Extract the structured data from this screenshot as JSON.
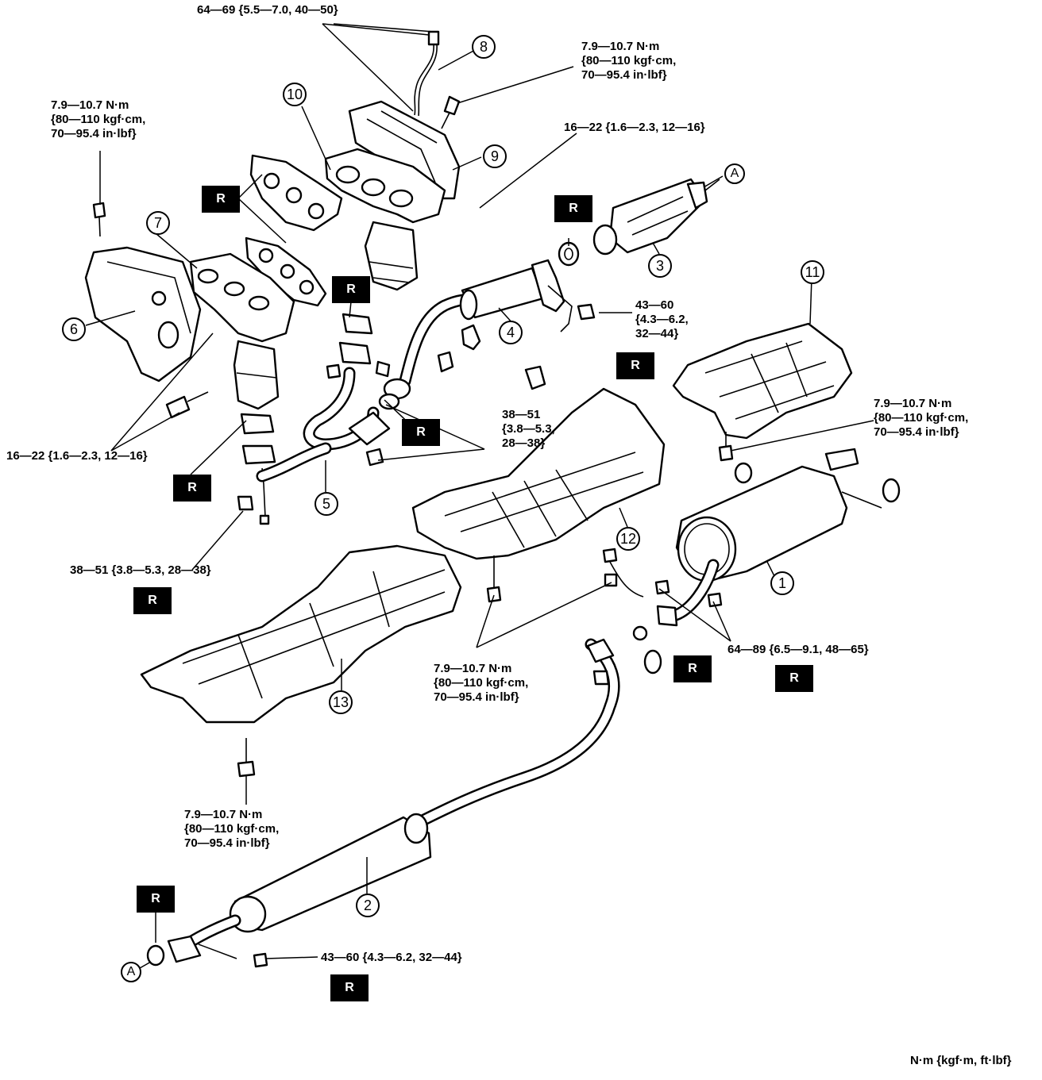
{
  "callouts": {
    "c1": "1",
    "c2": "2",
    "c3": "3",
    "c4": "4",
    "c5": "5",
    "c6": "6",
    "c7": "7",
    "c8": "8",
    "c9": "9",
    "c10": "10",
    "c11": "11",
    "c12": "12",
    "c13": "13",
    "a_top": "A",
    "a_bottom": "A"
  },
  "torque": {
    "t_sensor_top": "64—69 {5.5—7.0, 40—50}",
    "t_hs_upper": "7.9—10.7 N·m\n{80—110 kgf·cm,\n70—95.4 in·lbf}",
    "t_hs_left": "7.9—10.7 N·m\n{80—110 kgf·cm,\n70—95.4 in·lbf}",
    "t_manifold_right": "16—22 {1.6—2.3, 12—16}",
    "t_front_pipe": "43—60\n{4.3—6.2,\n32—44}",
    "t_manifold_left": "16—22 {1.6—2.3, 12—16}",
    "t_flange_mid": "38—51\n{3.8—5.3,\n28—38}",
    "t_hs_right": "7.9—10.7 N·m\n{80—110 kgf·cm,\n70—95.4 in·lbf}",
    "t_sensor_bottom": "38—51 {3.8—5.3, 28—38}",
    "t_hs_center": "7.9—10.7 N·m\n{80—110 kgf·cm,\n70—95.4 in·lbf}",
    "t_muffler": "64—89 {6.5—9.1, 48—65}",
    "t_hs_bottom": "7.9—10.7 N·m\n{80—110 kgf·cm,\n70—95.4 in·lbf}",
    "t_middle_pipe": "43—60 {4.3—6.2, 32—44}"
  },
  "replace_mark": "R",
  "units_note": "N·m {kgf·m, ft·lbf}"
}
